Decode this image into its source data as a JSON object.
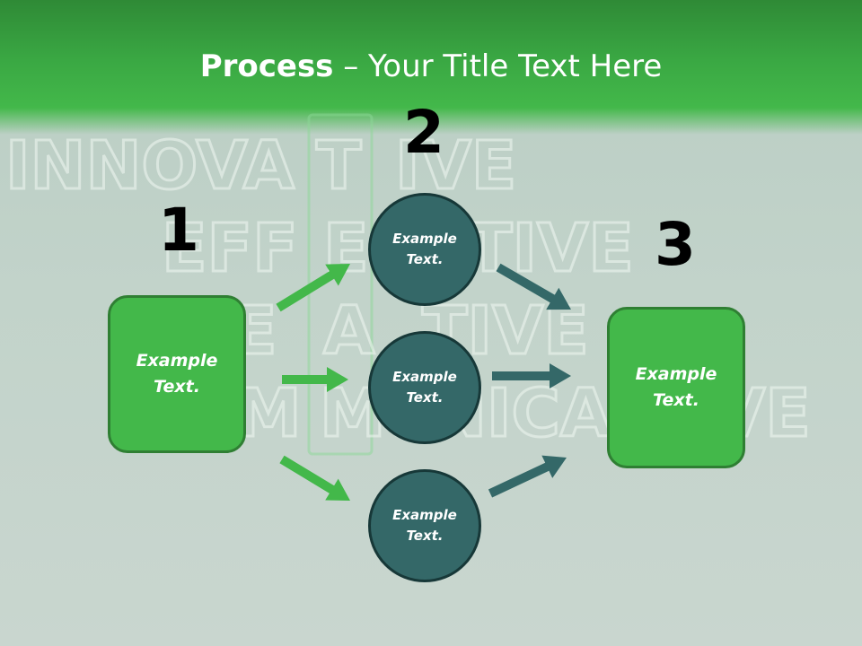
{
  "title": {
    "bold": "Process",
    "rest": " – Your Title Text Here"
  },
  "background_words": [
    "INNOVA",
    "T",
    "IVE",
    "EFF",
    "E",
    "TIVE",
    "E",
    "A",
    "TIVE",
    "M",
    "M",
    "NICA",
    "VE"
  ],
  "steps": [
    {
      "number": "1",
      "label": "Example\nText."
    },
    {
      "number": "2",
      "items": [
        {
          "label": "Example\nText."
        },
        {
          "label": "Example\nText."
        },
        {
          "label": "Example\nText."
        }
      ]
    },
    {
      "number": "3",
      "label": "Example\nText."
    }
  ],
  "colors": {
    "header_green": "#3aa843",
    "box_green": "#43b84a",
    "circle_teal": "#346868",
    "arrow_green": "#43b84a",
    "arrow_teal": "#346868"
  }
}
